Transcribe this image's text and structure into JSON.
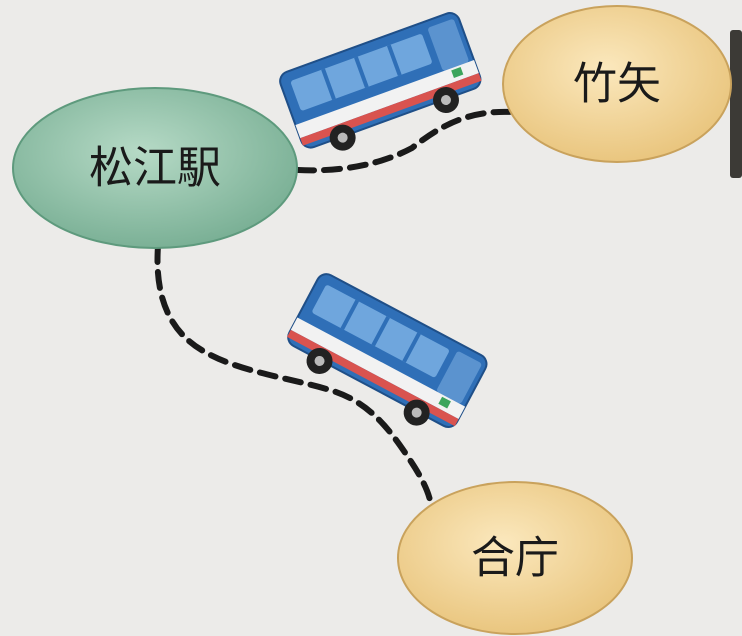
{
  "nodes": {
    "matsue_station": {
      "label": "松江駅",
      "color": "#8fc3a6"
    },
    "takeya": {
      "label": "竹矢",
      "color": "#f5d79a"
    },
    "goucho": {
      "label": "合庁",
      "color": "#f5d79a"
    }
  },
  "routes": [
    {
      "from": "松江駅",
      "to": "竹矢",
      "style": "dashed"
    },
    {
      "from": "松江駅",
      "to": "合庁",
      "style": "dashed"
    }
  ],
  "icons": [
    "bus-icon",
    "bus-icon"
  ],
  "colors": {
    "background": "#ecebe9",
    "route_line": "#1a1a1a",
    "bus_body": "#2f6fb7",
    "bus_stripe": "#d9534f"
  }
}
